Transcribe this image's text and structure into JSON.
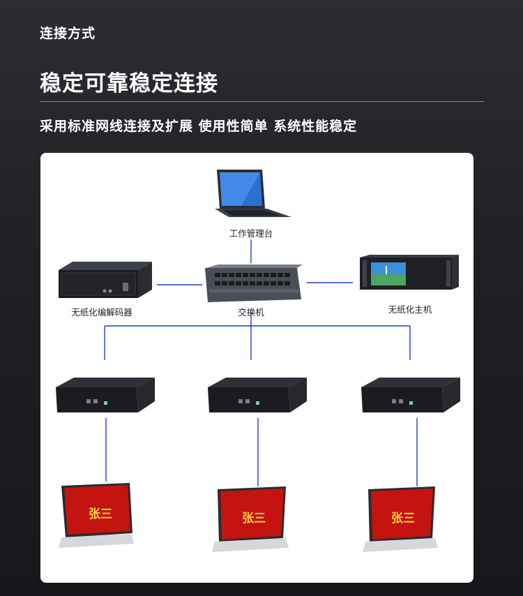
{
  "header": {
    "section_label": "连接方式",
    "headline": "稳定可靠稳定连接",
    "subline": "采用标准网线连接及扩展  使用性简单  系统性能稳定"
  },
  "diagram": {
    "nodes": {
      "workstation": "工作管理台",
      "codec": "无纸化编解码器",
      "switch": "交换机",
      "host": "无纸化主机"
    },
    "screen_name": "张三",
    "line_color": "#1f3fbf"
  }
}
